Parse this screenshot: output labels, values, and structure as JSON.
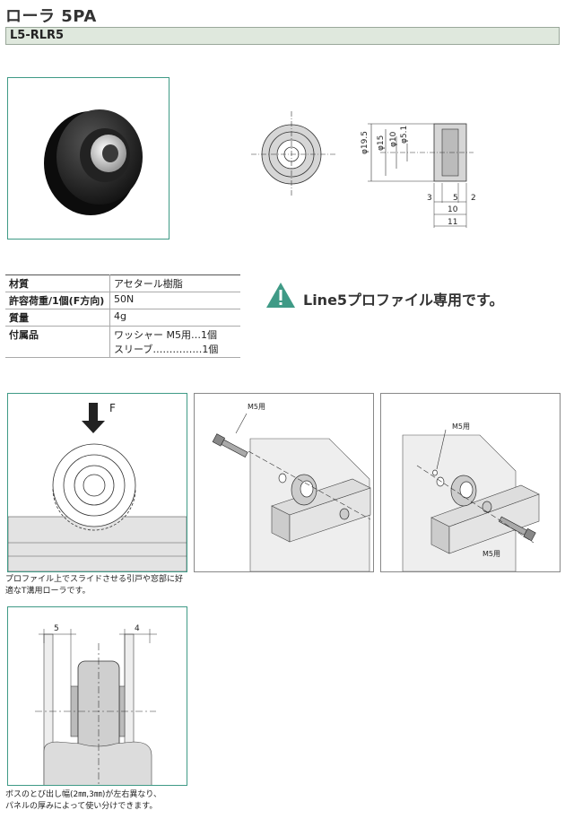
{
  "header": {
    "title": "ローラ 5PA",
    "code": "L5-RLR5"
  },
  "drawing": {
    "dims": {
      "d1": "φ19.5",
      "d2": "φ15",
      "d3": "φ10",
      "d4": "φ5.1",
      "w1": "3",
      "w2": "5",
      "w3": "2",
      "w4": "10",
      "w5": "11"
    }
  },
  "specs": [
    {
      "label": "材質",
      "value": "アセタール樹脂"
    },
    {
      "label": "許容荷重/1個(F方向)",
      "value": "50N"
    },
    {
      "label": "質量",
      "value": "4g"
    },
    {
      "label": "付属品",
      "value": "ワッシャー M5用…1個",
      "value2": "スリーブ……………1個"
    }
  ],
  "notice": {
    "text": "Line5プロファイル専用です。"
  },
  "diagram1": {
    "force_label": "F",
    "caption_line1": "プロファイル上でスライドさせる引戸や窓部に好",
    "caption_line2": "適なT溝用ローラです。"
  },
  "diagram2": {
    "label": "M5用"
  },
  "diagram3": {
    "label1": "M5用",
    "label2": "M5用"
  },
  "diagram4": {
    "dim_left": "5",
    "dim_right": "4",
    "caption_line1": "ボスのとび出し幅(2㎜,3㎜)が左右異なり、",
    "caption_line2": "パネルの厚みによって使い分けできます。"
  },
  "colors": {
    "frame": "#3f9a86",
    "code_bar": "#dfe8dd",
    "warning": "#3f9a86"
  }
}
